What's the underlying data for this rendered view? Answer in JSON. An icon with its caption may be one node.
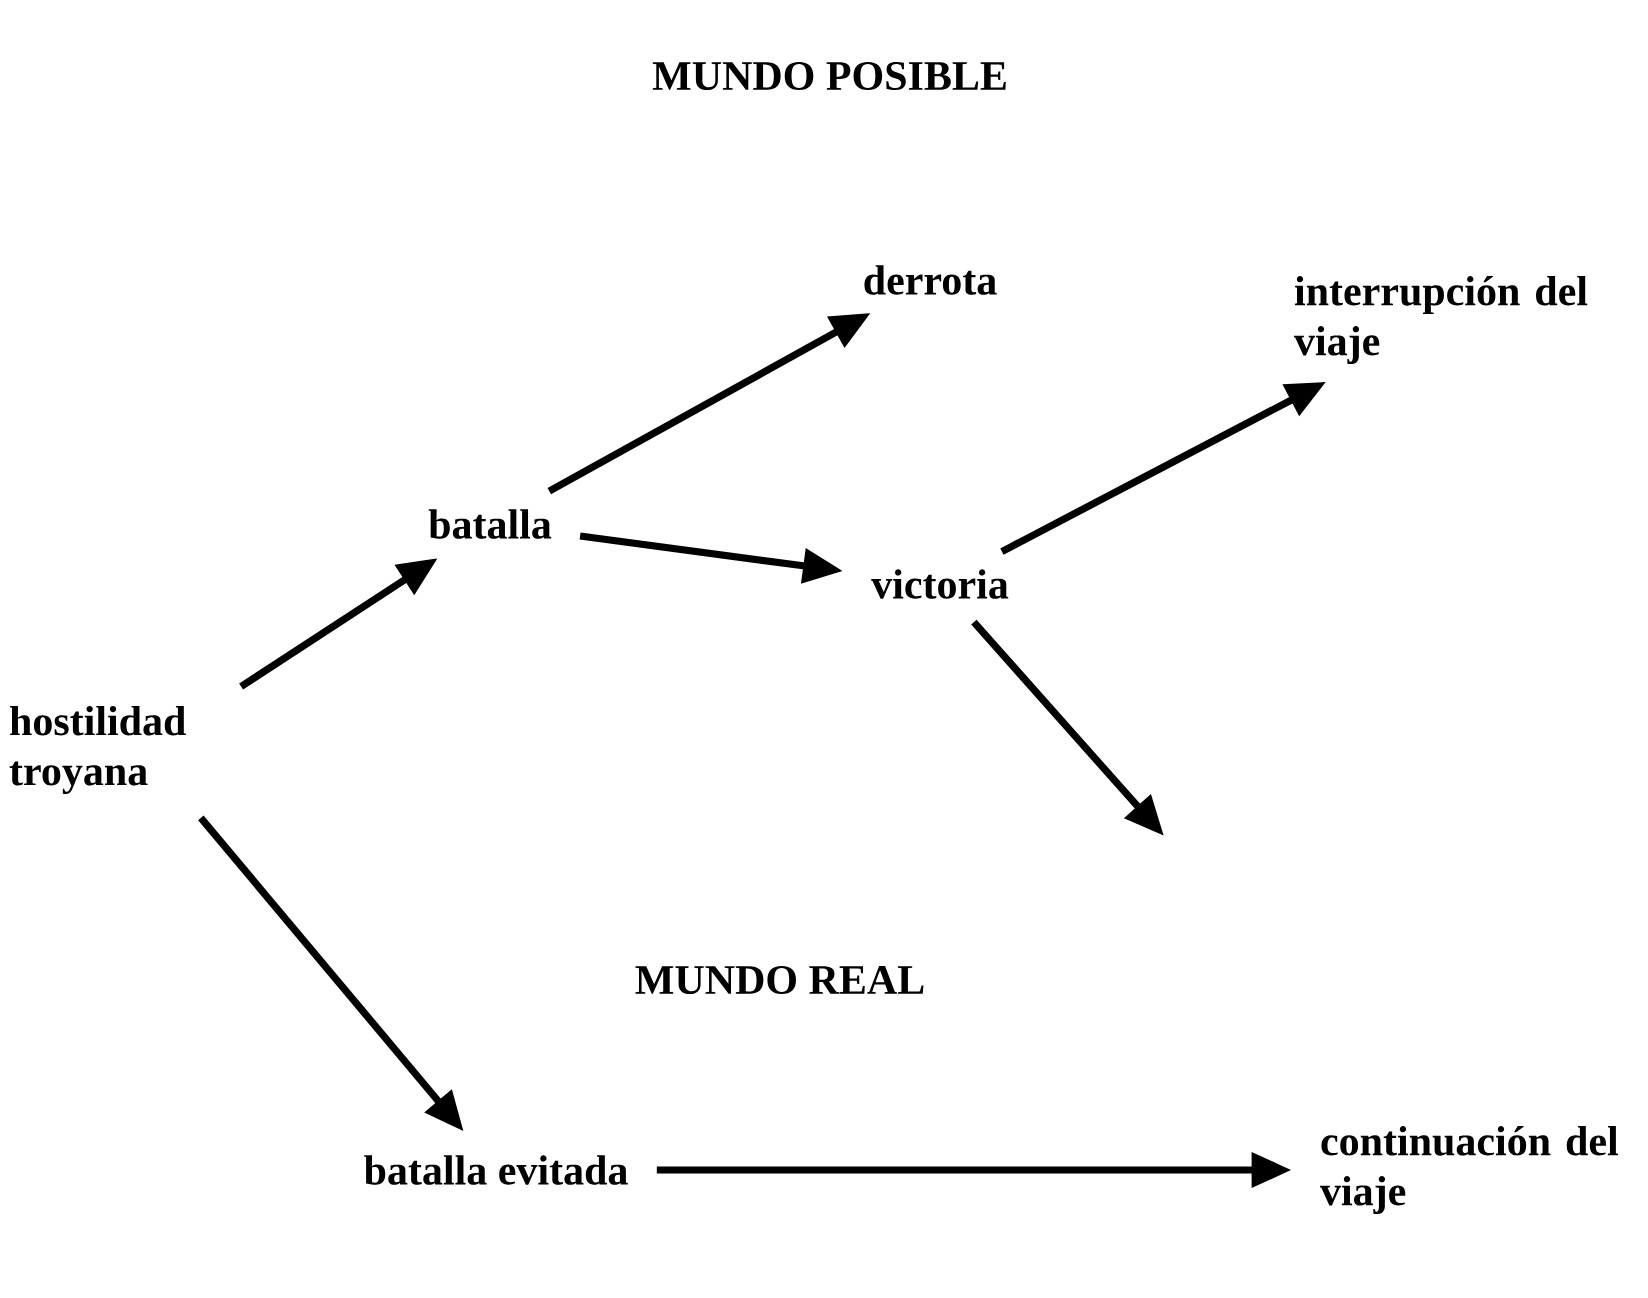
{
  "diagram": {
    "title": "MUNDO POSIBLE",
    "nodes": [
      {
        "text": [
          "hostilidad troyana"
        ]
      },
      {
        "text": [
          "batalla"
        ]
      },
      {
        "text": [
          "derrota"
        ]
      },
      {
        "text": [
          "interrupción del viaje"
        ]
      },
      {
        "text": [
          "victoria"
        ]
      },
      {
        "text": [
          "batalla evitada"
        ]
      },
      {
        "text": [
          "continuación del viaje"
        ]
      }
    ],
    "edges": [
      {
        "from": 0,
        "to": 1,
        "arrow": "to"
      },
      {
        "from": 1,
        "to": 2,
        "arrow": "to"
      },
      {
        "from": 1,
        "to": 4,
        "arrow": "to"
      },
      {
        "from": 4,
        "to": 3,
        "arrow": "to"
      },
      {
        "from": 4,
        "to": null,
        "arrow": "to"
      },
      {
        "from": 0,
        "to": 5,
        "arrow": "to"
      },
      {
        "from": 5,
        "to": 6,
        "arrow": "to"
      }
    ],
    "labels": [
      "MUNDO REAL"
    ]
  }
}
